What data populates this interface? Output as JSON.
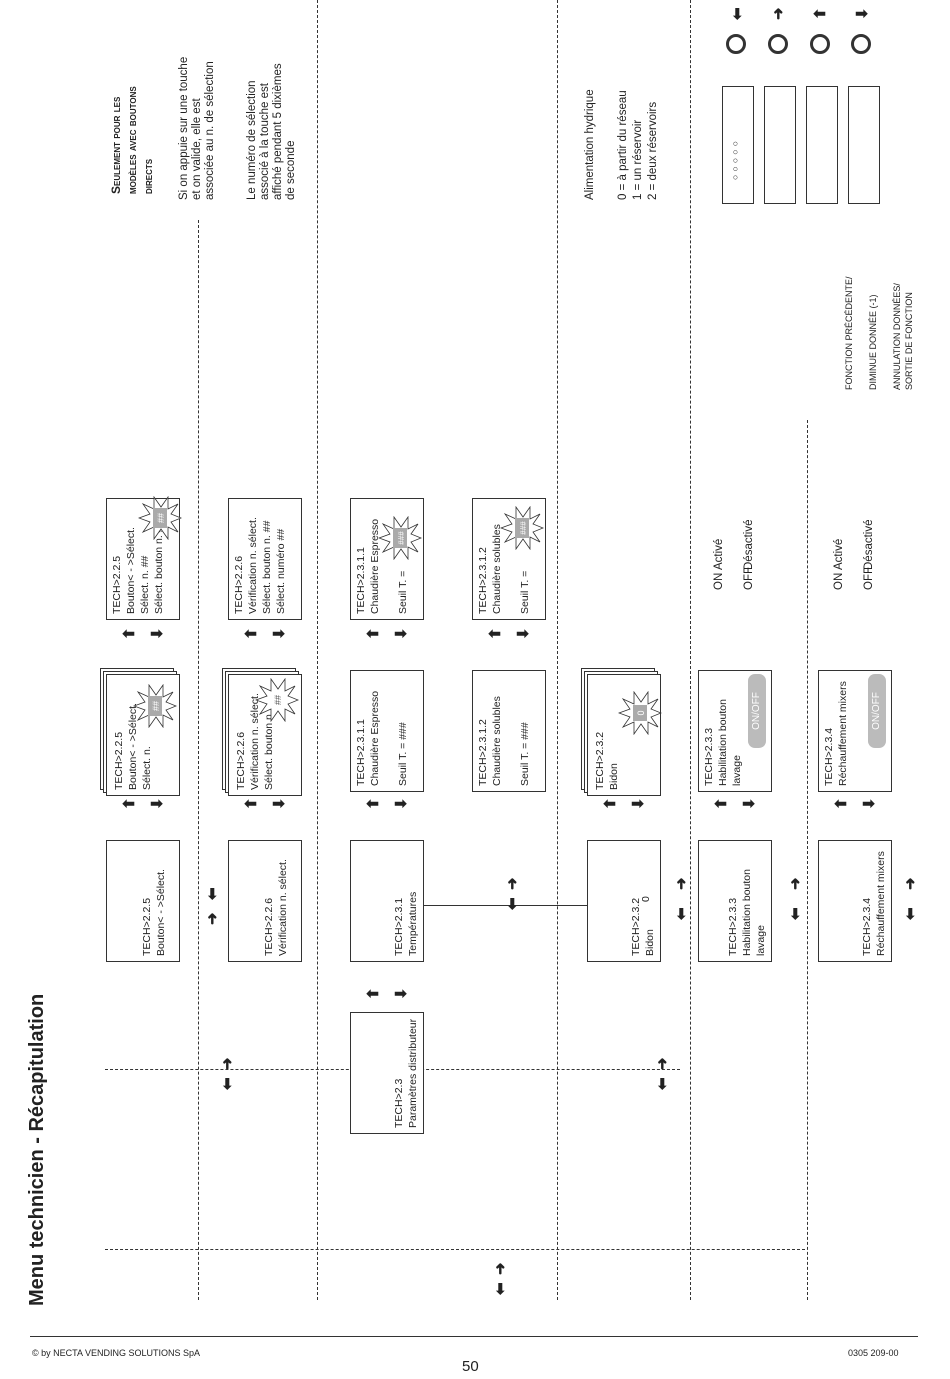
{
  "page": {
    "title": "Menu technicien - Récapitulation",
    "footer_left": "© by NECTA VENDING SOLUTIONS SpA",
    "footer_right": "0305 209-00",
    "page_number": "50"
  },
  "notes": {
    "direct_heading_1": "Seulement pour les",
    "direct_heading_2": "modèles avec boutons",
    "direct_heading_3": "directs",
    "direct_p1_l1": "Si on appuie sur une touche",
    "direct_p1_l2": "et on valide, elle est",
    "direct_p1_l3": "associée au n. de sélection",
    "direct_p2_l1": "Le numéro de sélection",
    "direct_p2_l2": "associé à la touche est",
    "direct_p2_l3": "affiché pendant 5 dixièmes",
    "direct_p2_l4": "de seconde",
    "water_title": "Alimentation hydrique",
    "water_l1": "0 = à partir du réseau",
    "water_l2": "1 = un réservoir",
    "water_l3": "2 = deux réservoirs",
    "legend_1": "FONCTION PRÉCÉDENTE/",
    "legend_2": "DIMINUE DONNÉE (-1)",
    "legend_3": "ANNULATION DONNÉES/",
    "legend_4": "SORTIE DE FONCTION"
  },
  "rows": {
    "r225": {
      "main_l1": "TECH>2.2.5",
      "main_l2": "Bouton< - >Sélect.",
      "sub_l1": "TECH>2.2.5",
      "sub_l2": "Bouton< - >Sélect.",
      "sub_l3": "Sélect. n.",
      "sub_badge": "##",
      "det_l1": "TECH>2.2.5",
      "det_l2": "Bouton< - >Sélect.",
      "det_l3": "Sélect. n. ##",
      "det_l4": "Sélect. bouton n. ##",
      "det_badge": "##"
    },
    "r226": {
      "main_l1": "TECH>2.2.6",
      "main_l2": "Vérification n. sélect.",
      "sub_l1": "TECH>2.2.6",
      "sub_l2": "Vérification n. sélect.",
      "sub_l3": "Sélect. bouton n.",
      "sub_badge": "##",
      "det_l1": "TECH>2.2.6",
      "det_l2": "Vérification n. sélect.",
      "det_l3": "Sélect. bouton n. ##",
      "det_l4": "Sélect. numéro ##"
    },
    "r23": {
      "l1": "TECH>2.3",
      "l2": "Paramètres distributeur"
    },
    "r231": {
      "main_l1": "TECH>2.3.1",
      "main_l2": "Températures",
      "a_l1": "TECH>2.3.1.1",
      "a_l2": "Chaudière Espresso",
      "a_l3": "Seuil T. = ###",
      "a_det_l1": "TECH>2.3.1.1",
      "a_det_l2": "Chaudière Espresso",
      "a_det_l3": "Seuil T. =",
      "a_badge": "###",
      "b_l1": "TECH>2.3.1.2",
      "b_l2": "Chaudière solubles",
      "b_l3": "Seuil T. = ###",
      "b_det_l1": "TECH>2.3.1.2",
      "b_det_l2": "Chaudière solubles",
      "b_det_l3": "Seuil T. =",
      "b_badge": "###"
    },
    "r232": {
      "main_l1": "TECH>2.3.2",
      "main_l2": "Bidon",
      "main_value": "0",
      "sub_l1": "TECH>2.3.2",
      "sub_l2": "Bidon",
      "sub_badge": "0"
    },
    "r233": {
      "main_l1": "TECH>2.3.3",
      "main_l2": "Habilitation bouton",
      "main_l3": "lavage",
      "sub_l1": "TECH>2.3.3",
      "sub_l2": "Habilitation bouton",
      "sub_l3": "lavage",
      "pill": "ON/OFF",
      "on": "ON",
      "on_desc": "Activé",
      "off": "OFF",
      "off_desc": "Désactivé"
    },
    "r234": {
      "main_l1": "TECH>2.3.4",
      "main_l2": "Réchauffement mixers",
      "sub_l1": "TECH>2.3.4",
      "sub_l2": "Réchauffement mixers",
      "pill": "ON/OFF",
      "on": "ON",
      "on_desc": "Activé",
      "off": "OFF",
      "off_desc": "Désactivé"
    }
  }
}
